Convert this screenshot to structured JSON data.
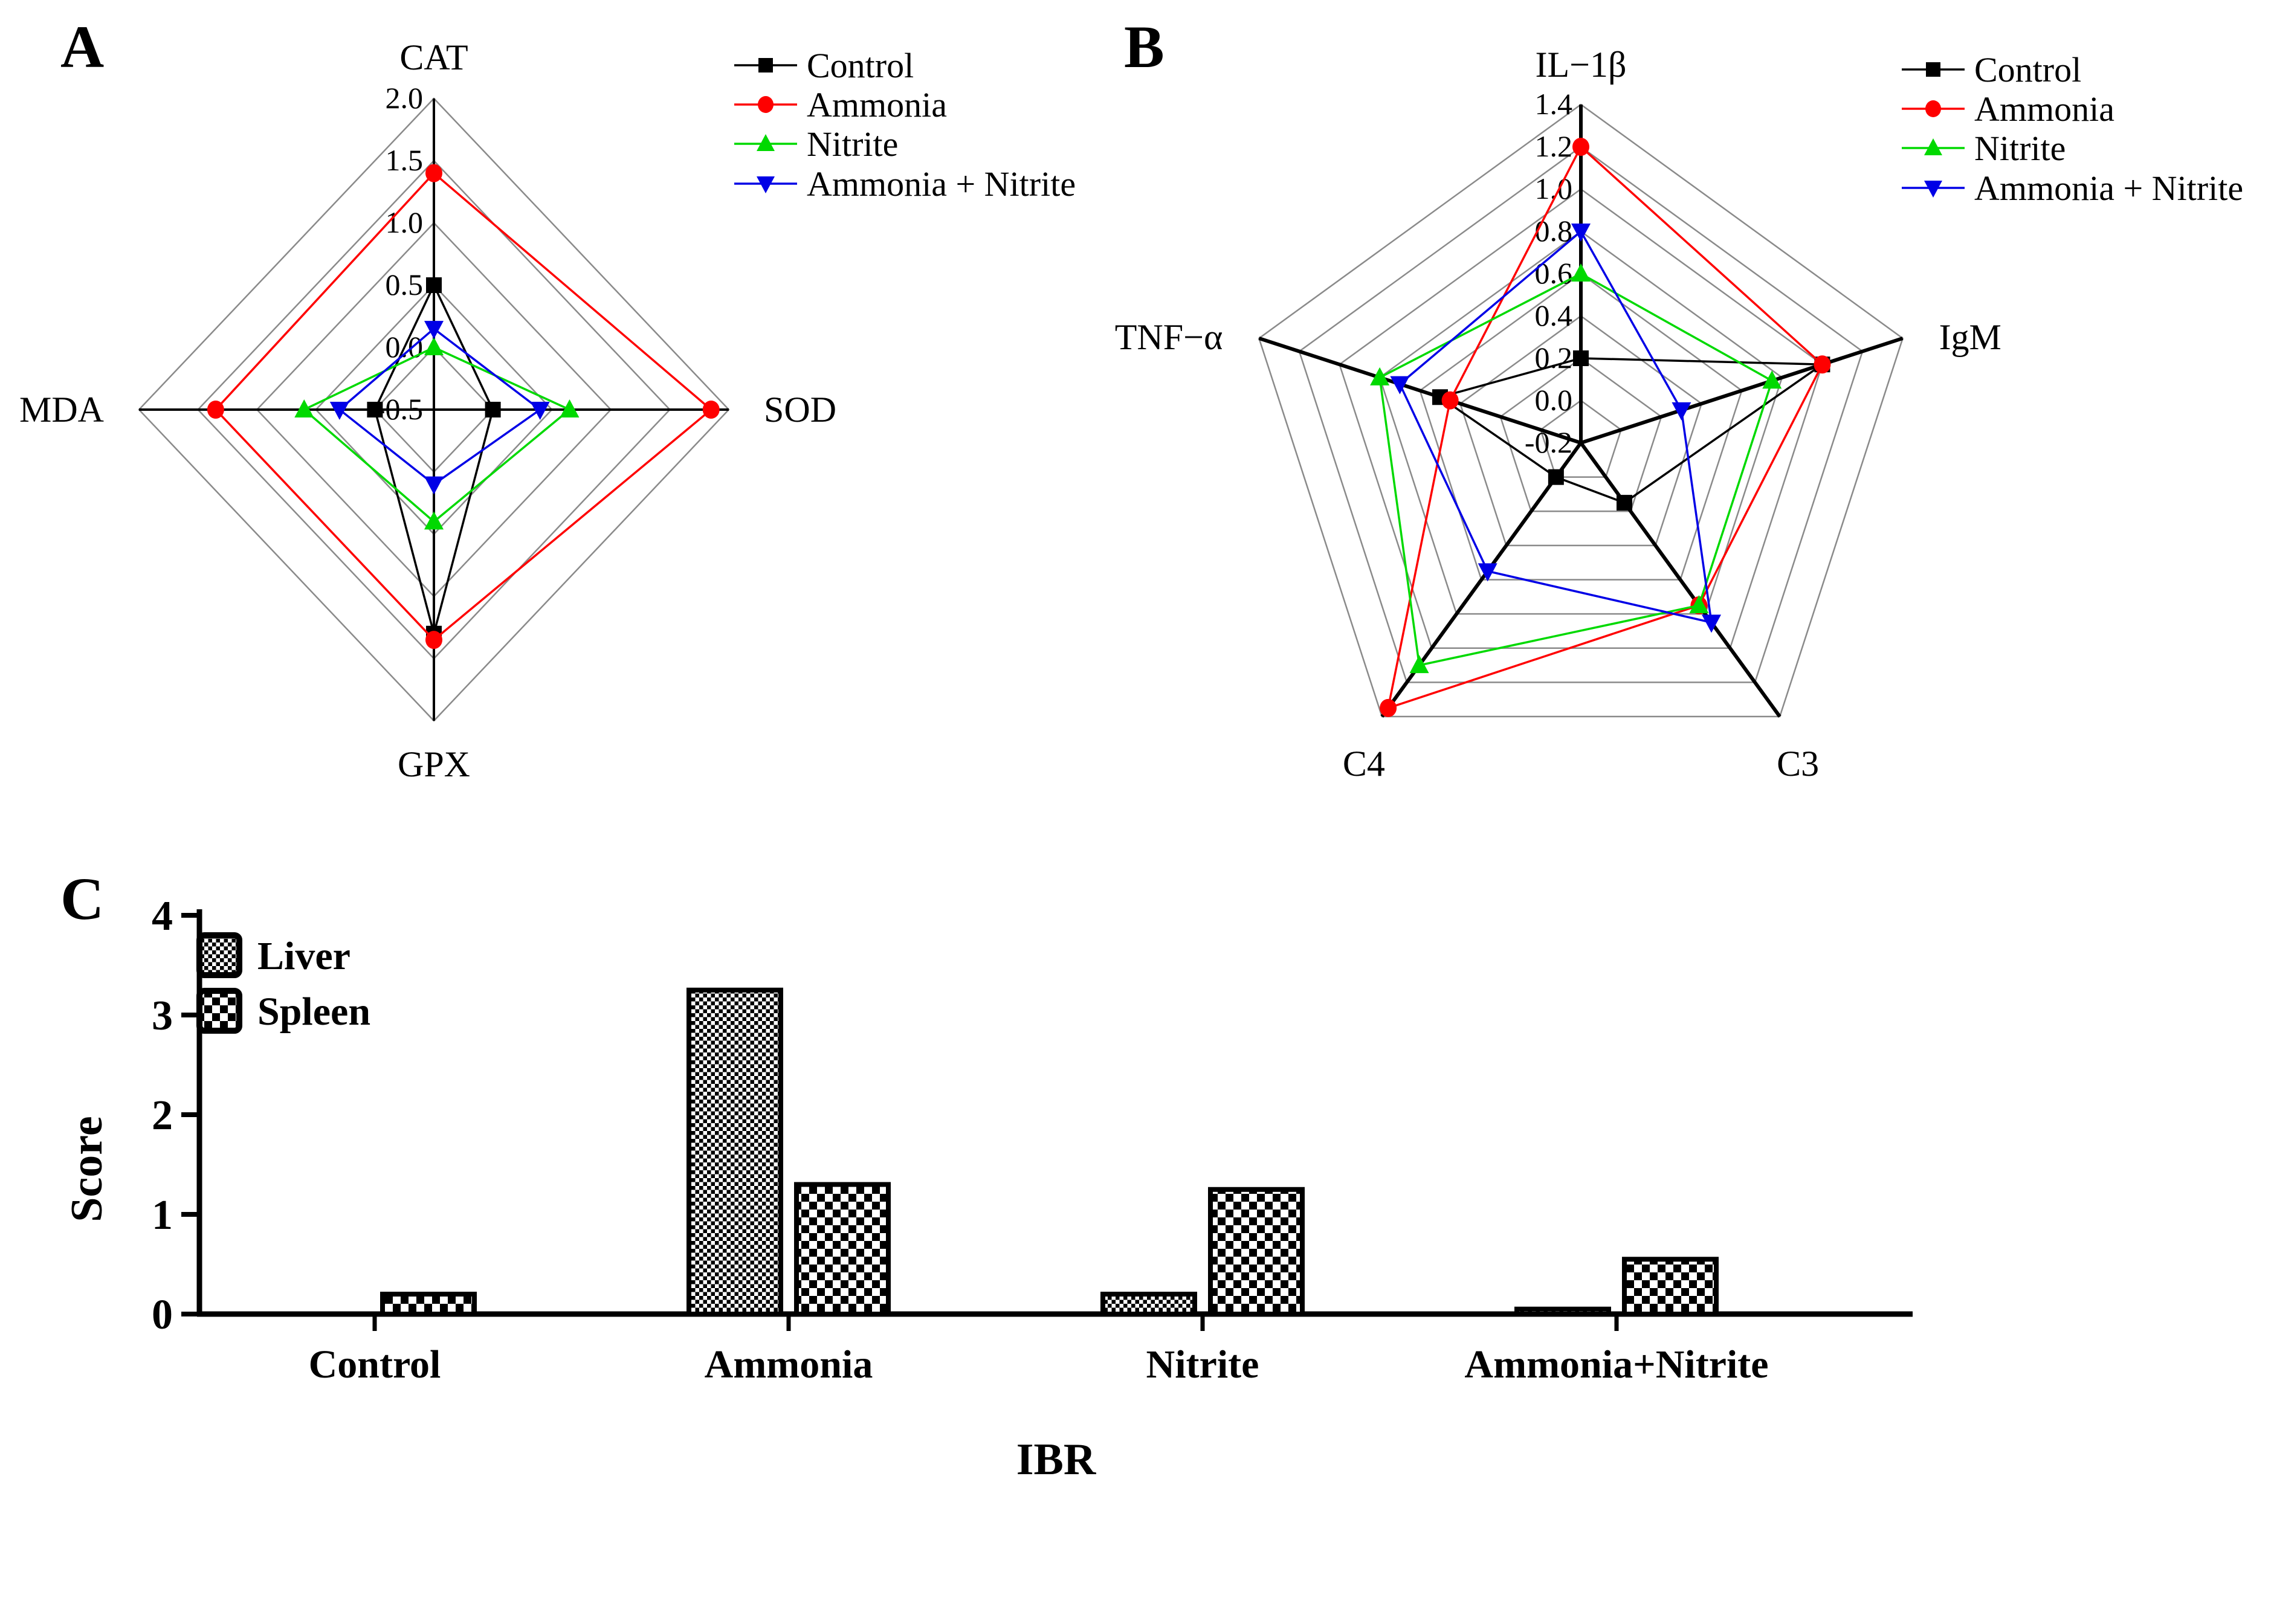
{
  "figure": {
    "panel_labels": {
      "A": "A",
      "B": "B",
      "C": "C"
    },
    "background": "#ffffff"
  },
  "legend": {
    "items": [
      {
        "label": "Control",
        "color": "#000000",
        "marker": "square"
      },
      {
        "label": "Ammonia",
        "color": "#fe0000",
        "marker": "circle"
      },
      {
        "label": "Nitrite",
        "color": "#00d900",
        "marker": "triangle-up"
      },
      {
        "label": "Ammonia + Nitrite",
        "color": "#0000e6",
        "marker": "triangle-down"
      }
    ]
  },
  "chart_data": [
    {
      "id": "radar_a",
      "panel": "A",
      "type": "radar",
      "shape": "diamond",
      "axes": [
        "CAT",
        "SOD",
        "GPX",
        "MDA"
      ],
      "axis_range": {
        "min": -0.5,
        "max": 2.0,
        "step": 0.5
      },
      "tick_labels": [
        "2.0",
        "1.5",
        "1.0",
        "0.5",
        "0.0",
        "-0.5"
      ],
      "grid": "on",
      "legend_position": "top-right",
      "series": [
        {
          "name": "Control",
          "color": "#000000",
          "marker": "square",
          "values": [
            0.5,
            0.0,
            1.3,
            0.0
          ]
        },
        {
          "name": "Ammonia",
          "color": "#fe0000",
          "marker": "circle",
          "values": [
            1.4,
            1.85,
            1.35,
            1.35
          ]
        },
        {
          "name": "Nitrite",
          "color": "#00d900",
          "marker": "triangle-up",
          "values": [
            0.0,
            0.65,
            0.4,
            0.6
          ]
        },
        {
          "name": "Ammonia + Nitrite",
          "color": "#0000e6",
          "marker": "triangle-down",
          "values": [
            0.15,
            0.4,
            0.1,
            0.3
          ]
        }
      ]
    },
    {
      "id": "radar_b",
      "panel": "B",
      "type": "radar",
      "shape": "pentagon",
      "axes": [
        "IL−1β",
        "IgM",
        "C3",
        "C4",
        "TNF−α"
      ],
      "axis_range": {
        "min": -0.2,
        "max": 1.4,
        "step": 0.2
      },
      "tick_labels": [
        "1.4",
        "1.2",
        "1.0",
        "0.8",
        "0.6",
        "0.4",
        "0.2",
        "0.0",
        "-0.2"
      ],
      "grid": "on",
      "legend_position": "top-right",
      "series": [
        {
          "name": "Control",
          "color": "#000000",
          "marker": "square",
          "values": [
            0.2,
            1.0,
            0.15,
            0.0,
            0.5
          ]
        },
        {
          "name": "Ammonia",
          "color": "#fe0000",
          "marker": "circle",
          "values": [
            1.2,
            1.0,
            0.75,
            1.35,
            0.45
          ]
        },
        {
          "name": "Nitrite",
          "color": "#00d900",
          "marker": "triangle-up",
          "values": [
            0.6,
            0.75,
            0.75,
            1.1,
            0.8
          ]
        },
        {
          "name": "Ammonia + Nitrite",
          "color": "#0000e6",
          "marker": "triangle-down",
          "values": [
            0.8,
            0.3,
            0.85,
            0.55,
            0.7
          ]
        }
      ]
    },
    {
      "id": "bars_c",
      "panel": "C",
      "type": "bar",
      "categories": [
        "Control",
        "Ammonia",
        "Nitrite",
        "Ammonia+Nitrite"
      ],
      "series": [
        {
          "name": "Liver",
          "pattern": "checker-fine",
          "values": [
            0,
            3.25,
            0.2,
            0.05
          ]
        },
        {
          "name": "Spleen",
          "pattern": "checker-coarse",
          "values": [
            0.2,
            1.3,
            1.25,
            0.55
          ]
        }
      ],
      "xlabel": "IBR",
      "ylabel": "Score",
      "ylim": [
        0,
        4
      ],
      "yticks": [
        "0",
        "1",
        "2",
        "3",
        "4"
      ],
      "legend_position": "top-left"
    }
  ]
}
